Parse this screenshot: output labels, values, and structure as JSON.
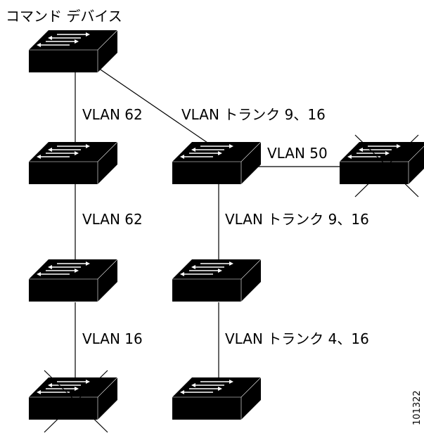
{
  "title": "コマンド デバイス",
  "figure_id": "101322",
  "switches": [
    {
      "id": "command",
      "failed": false
    },
    {
      "id": "left-1",
      "failed": false
    },
    {
      "id": "mid-1",
      "failed": false
    },
    {
      "id": "right-1",
      "failed": true
    },
    {
      "id": "left-2",
      "failed": false
    },
    {
      "id": "mid-2",
      "failed": false
    },
    {
      "id": "left-3",
      "failed": true
    },
    {
      "id": "mid-3",
      "failed": false
    }
  ],
  "links": [
    {
      "from": "command",
      "to": "left-1",
      "label": "VLAN 62"
    },
    {
      "from": "command",
      "to": "mid-1",
      "label": "VLAN トランク 9、16"
    },
    {
      "from": "mid-1",
      "to": "right-1",
      "label": "VLAN 50"
    },
    {
      "from": "left-1",
      "to": "left-2",
      "label": "VLAN 62"
    },
    {
      "from": "mid-1",
      "to": "mid-2",
      "label": "VLAN トランク 9、16"
    },
    {
      "from": "left-2",
      "to": "left-3",
      "label": "VLAN 16"
    },
    {
      "from": "mid-2",
      "to": "mid-3",
      "label": "VLAN トランク 4、16"
    }
  ]
}
